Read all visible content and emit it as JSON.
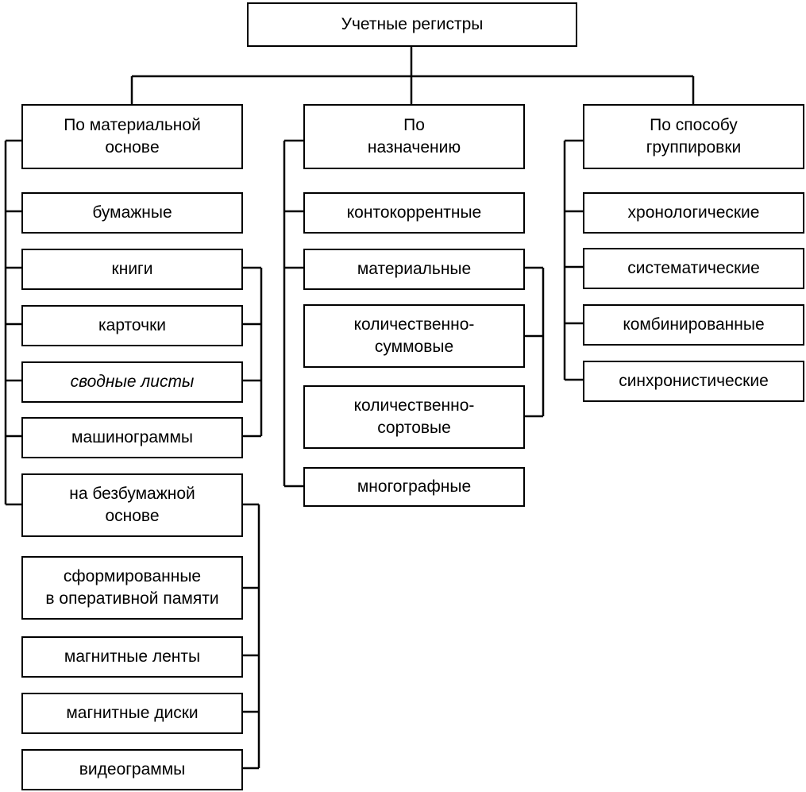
{
  "root": {
    "label": "Учетные регистры"
  },
  "categories": [
    {
      "label": "По материальной\nосновe"
    },
    {
      "label": "По\nназначению"
    },
    {
      "label": "По способу\nгруппировки"
    }
  ],
  "material": {
    "items": [
      {
        "label": "бумажные"
      },
      {
        "label": "книги"
      },
      {
        "label": "карточки"
      },
      {
        "label": "сводные листы"
      },
      {
        "label": "машинограммы"
      },
      {
        "label": "на безбумажной\nоснове"
      },
      {
        "label": "сформированные\nв оперативной памяти"
      },
      {
        "label": "магнитные ленты"
      },
      {
        "label": "магнитные диски"
      },
      {
        "label": "видеограммы"
      }
    ]
  },
  "purpose": {
    "items": [
      {
        "label": "контокоррентные"
      },
      {
        "label": "материальные"
      },
      {
        "label": "количественно-\nсуммовые"
      },
      {
        "label": "количественно-\nсортовые"
      },
      {
        "label": "многографные"
      }
    ]
  },
  "grouping": {
    "items": [
      {
        "label": "хронологические"
      },
      {
        "label": "систематические"
      },
      {
        "label": "комбинированные"
      },
      {
        "label": "синхронистические"
      }
    ]
  }
}
